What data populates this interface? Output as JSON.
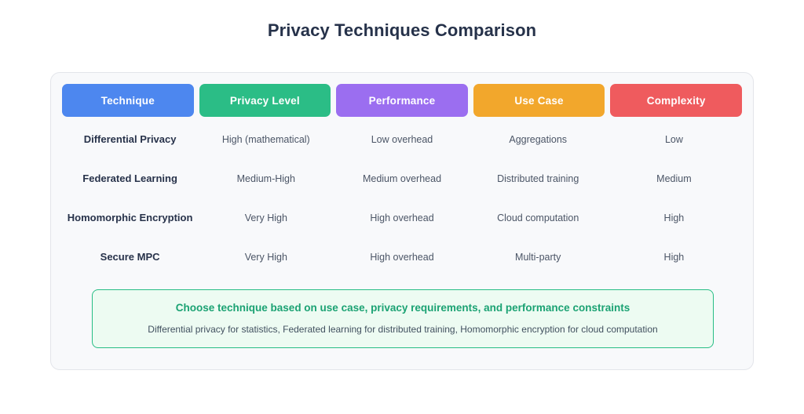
{
  "page": {
    "title": "Privacy Techniques Comparison",
    "background": "#ffffff",
    "card_background": "#f8f9fb",
    "card_border": "#e3e5ea"
  },
  "table": {
    "columns": [
      {
        "label": "Technique",
        "color": "#4d87ef"
      },
      {
        "label": "Privacy Level",
        "color": "#2bbd86"
      },
      {
        "label": "Performance",
        "color": "#9b6ef0"
      },
      {
        "label": "Use Case",
        "color": "#f2a72c"
      },
      {
        "label": "Complexity",
        "color": "#ef5b5e"
      }
    ],
    "rows": [
      {
        "technique": "Differential Privacy",
        "privacy_level": "High (mathematical)",
        "performance": "Low overhead",
        "use_case": "Aggregations",
        "complexity": "Low"
      },
      {
        "technique": "Federated Learning",
        "privacy_level": "Medium-High",
        "performance": "Medium overhead",
        "use_case": "Distributed training",
        "complexity": "Medium"
      },
      {
        "technique": "Homomorphic Encryption",
        "privacy_level": "Very High",
        "performance": "High overhead",
        "use_case": "Cloud computation",
        "complexity": "High"
      },
      {
        "technique": "Secure MPC",
        "privacy_level": "Very High",
        "performance": "High overhead",
        "use_case": "Multi-party",
        "complexity": "High"
      }
    ]
  },
  "footer": {
    "title": "Choose technique based on use case, privacy requirements, and performance constraints",
    "subtitle": "Differential privacy for statistics, Federated learning for distributed training, Homomorphic encryption for cloud computation",
    "border_color": "#27bd85",
    "background_color": "#edfbf2",
    "title_color": "#1ba273"
  }
}
